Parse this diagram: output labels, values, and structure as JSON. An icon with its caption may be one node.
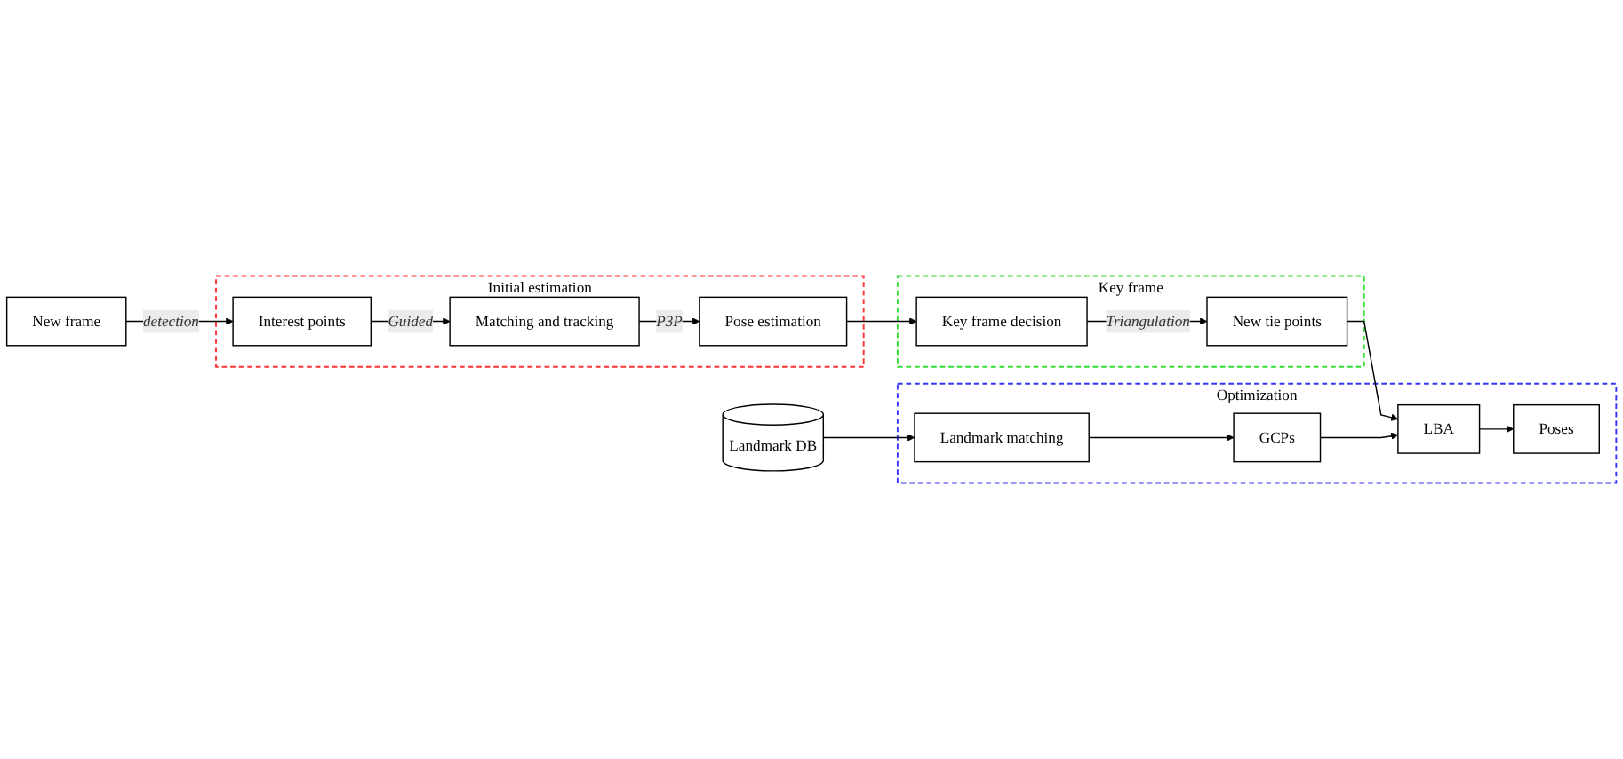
{
  "diagram": {
    "nodes": [
      {
        "text": [
          "Initial estimation"
        ]
      },
      {
        "text": [
          "New frame"
        ]
      },
      {
        "text": [
          "Interest points"
        ],
        "in": 0
      },
      {
        "text": [
          "Matching and tracking"
        ],
        "in": 0
      },
      {
        "text": [
          "Pose estimation"
        ],
        "in": 0
      },
      {
        "text": [
          "Key frame"
        ]
      },
      {
        "text": [
          "New tie points"
        ],
        "in": 5
      },
      {
        "text": [
          "Key frame decision"
        ],
        "in": 5
      },
      {
        "text": [
          "Landmark DB"
        ]
      },
      {
        "text": [
          "Optimization"
        ]
      },
      {
        "text": [
          "Landmark matching"
        ],
        "in": 9
      },
      {
        "text": [
          "GCPs"
        ],
        "in": 9
      },
      {
        "text": [
          "LBA"
        ],
        "in": 9
      },
      {
        "text": [
          "Poses"
        ],
        "in": 9
      }
    ],
    "edges": [
      {
        "from": 1,
        "to": 2,
        "arrow": "to",
        "label": "detection"
      },
      {
        "from": 2,
        "to": 3,
        "arrow": "to",
        "label": "Guided"
      },
      {
        "from": 3,
        "to": 4,
        "arrow": "to",
        "label": "P3P"
      },
      {
        "from": 4,
        "to": 7,
        "arrow": "to"
      },
      {
        "from": 7,
        "to": 6,
        "arrow": "to",
        "label": "Triangulation"
      },
      {
        "from": 8,
        "to": 10,
        "arrow": "to"
      },
      {
        "from": 6,
        "to": 12,
        "arrow": "to"
      },
      {
        "from": 10,
        "to": 11,
        "arrow": "to"
      },
      {
        "from": 11,
        "to": 12,
        "arrow": "to"
      },
      {
        "from": 12,
        "to": 13,
        "arrow": "to"
      }
    ]
  }
}
